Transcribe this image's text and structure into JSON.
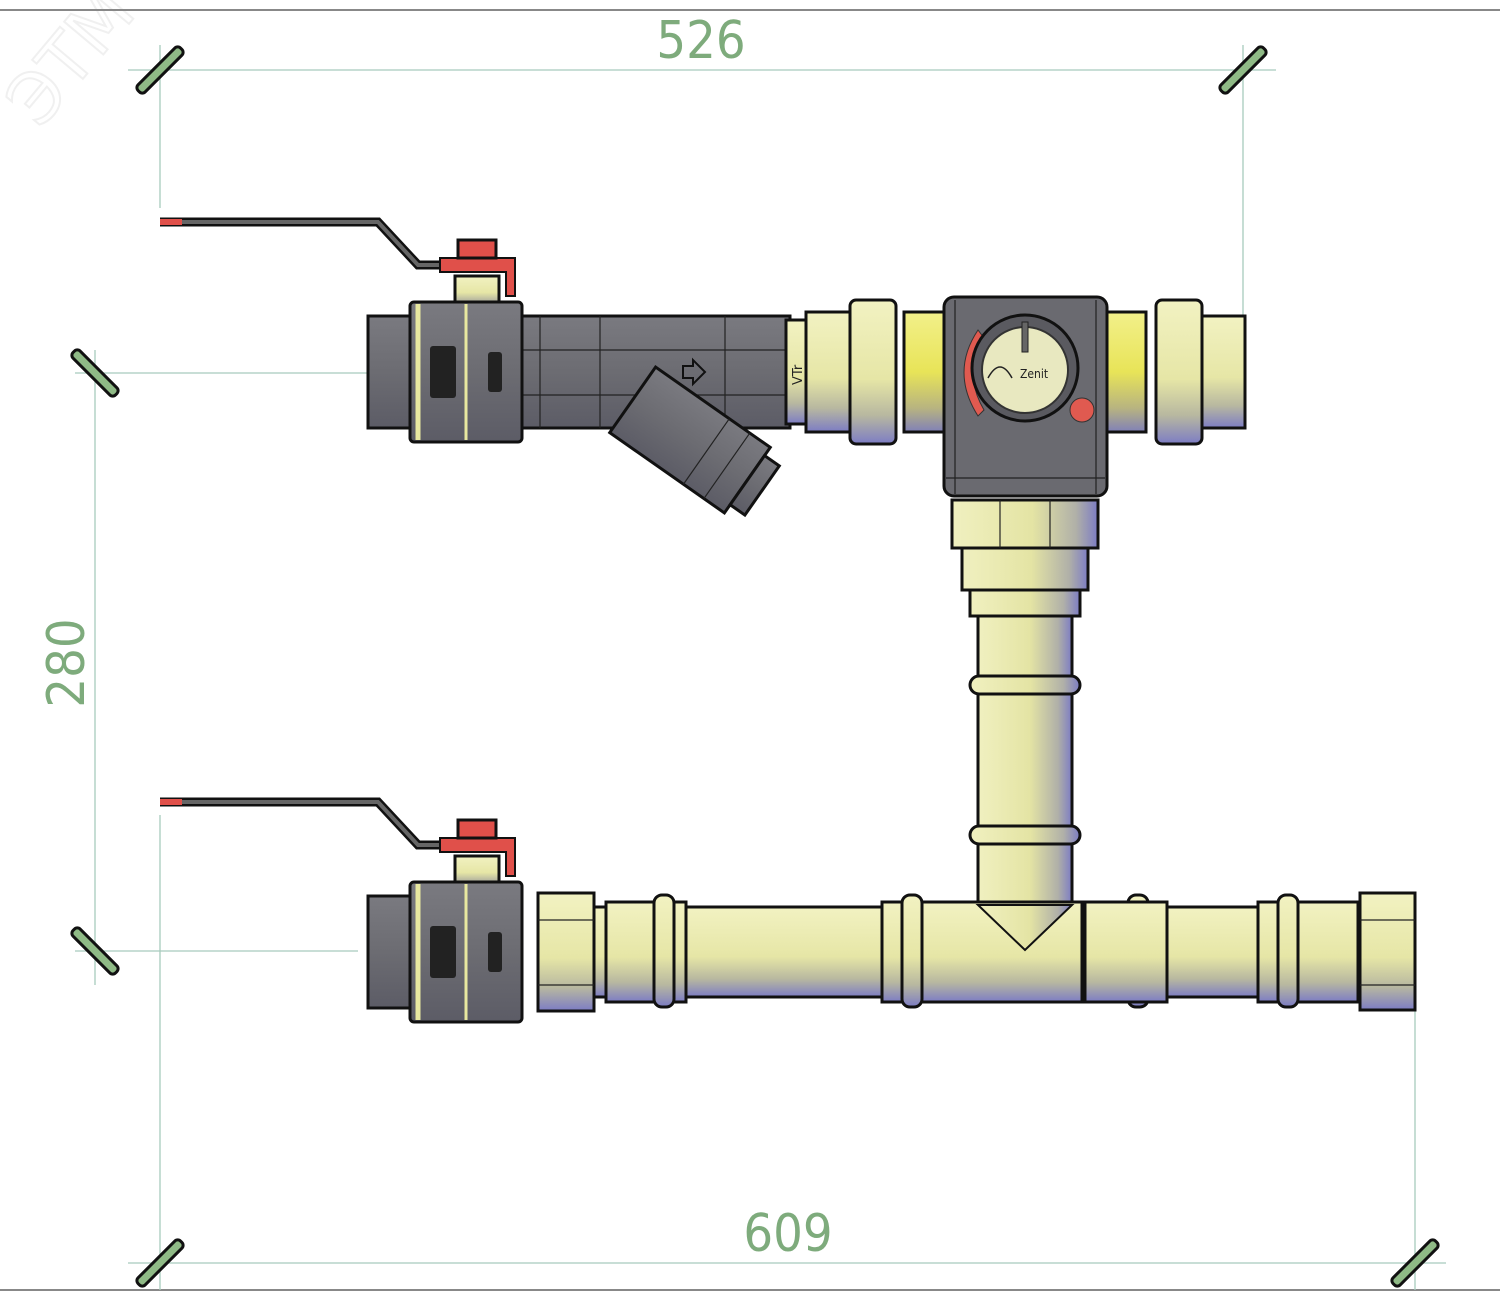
{
  "watermark": "ЭТМ",
  "dimensions": {
    "top_width": "526",
    "height": "280",
    "bottom_width": "609"
  },
  "labels": {
    "fitting_mark": "VTr",
    "actuator_text": "Zenit"
  },
  "colors": {
    "dimension": "#7eab7c",
    "extension_line": "#a8cbbd",
    "valve_body": "#6b6b72",
    "brass": "#e8e8a8",
    "handle_tip": "#e0504a",
    "indicator": "#e05a50"
  }
}
